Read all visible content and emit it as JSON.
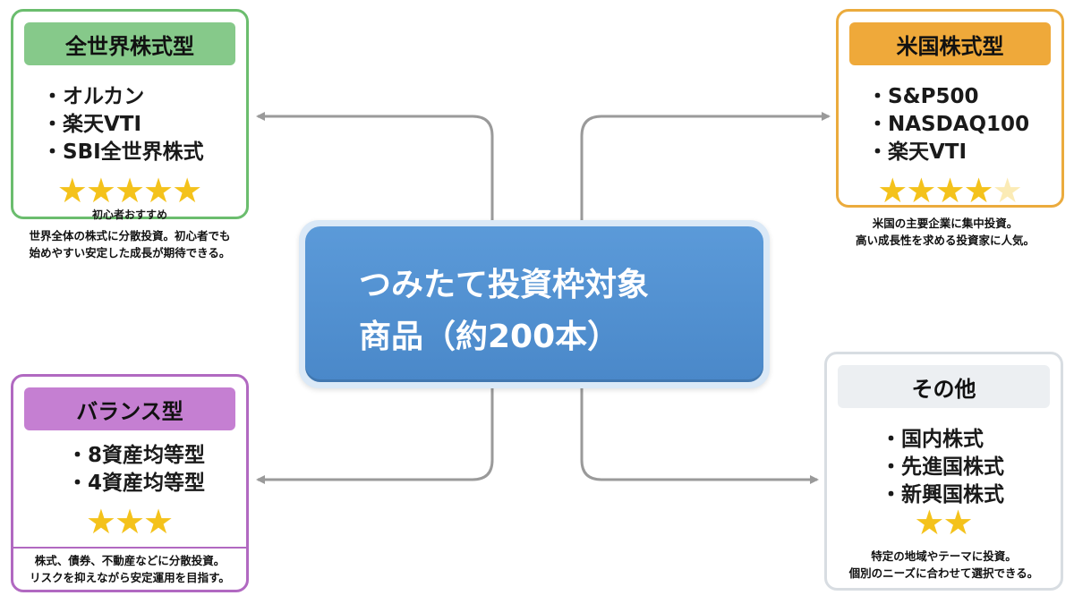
{
  "center": {
    "line1": "つみたて投資枠対象",
    "line2": "商品（約200本）"
  },
  "categories": {
    "global": {
      "title": "全世界株式型",
      "items": [
        "・オルカン",
        "・楽天VTI",
        "・SBI全世界株式"
      ],
      "rating": 5,
      "rating_note": "初心者おすすめ",
      "description": [
        "世界全体の株式に分散投資。初心者でも",
        "始めやすい安定した成長が期待できる。"
      ],
      "color": "#6bbd6e"
    },
    "us": {
      "title": "米国株式型",
      "items": [
        "・S&P500",
        "・NASDAQ100",
        "・楽天VTI"
      ],
      "rating": 4.5,
      "description": [
        "米国の主要企業に集中投資。",
        "高い成長性を求める投資家に人気。"
      ],
      "color": "#ebab3d"
    },
    "balance": {
      "title": "バランス型",
      "items": [
        "・8資産均等型",
        "・4資産均等型"
      ],
      "rating": 3,
      "description": [
        "株式、債券、不動産などに分散投資。",
        "リスクを抑えながら安定運用を目指す。"
      ],
      "color": "#b169c1"
    },
    "other": {
      "title": "その他",
      "items": [
        "・国内株式",
        "・先進国株式",
        "・新興国株式"
      ],
      "rating": 2,
      "description": [
        "特定の地域やテーマに投資。",
        "個別のニーズに合わせて選択できる。"
      ],
      "color": "#d8dde2"
    }
  },
  "colors": {
    "center": "#4f8fd1",
    "connector": "#9a9a9a",
    "star": "#f4c21b"
  }
}
